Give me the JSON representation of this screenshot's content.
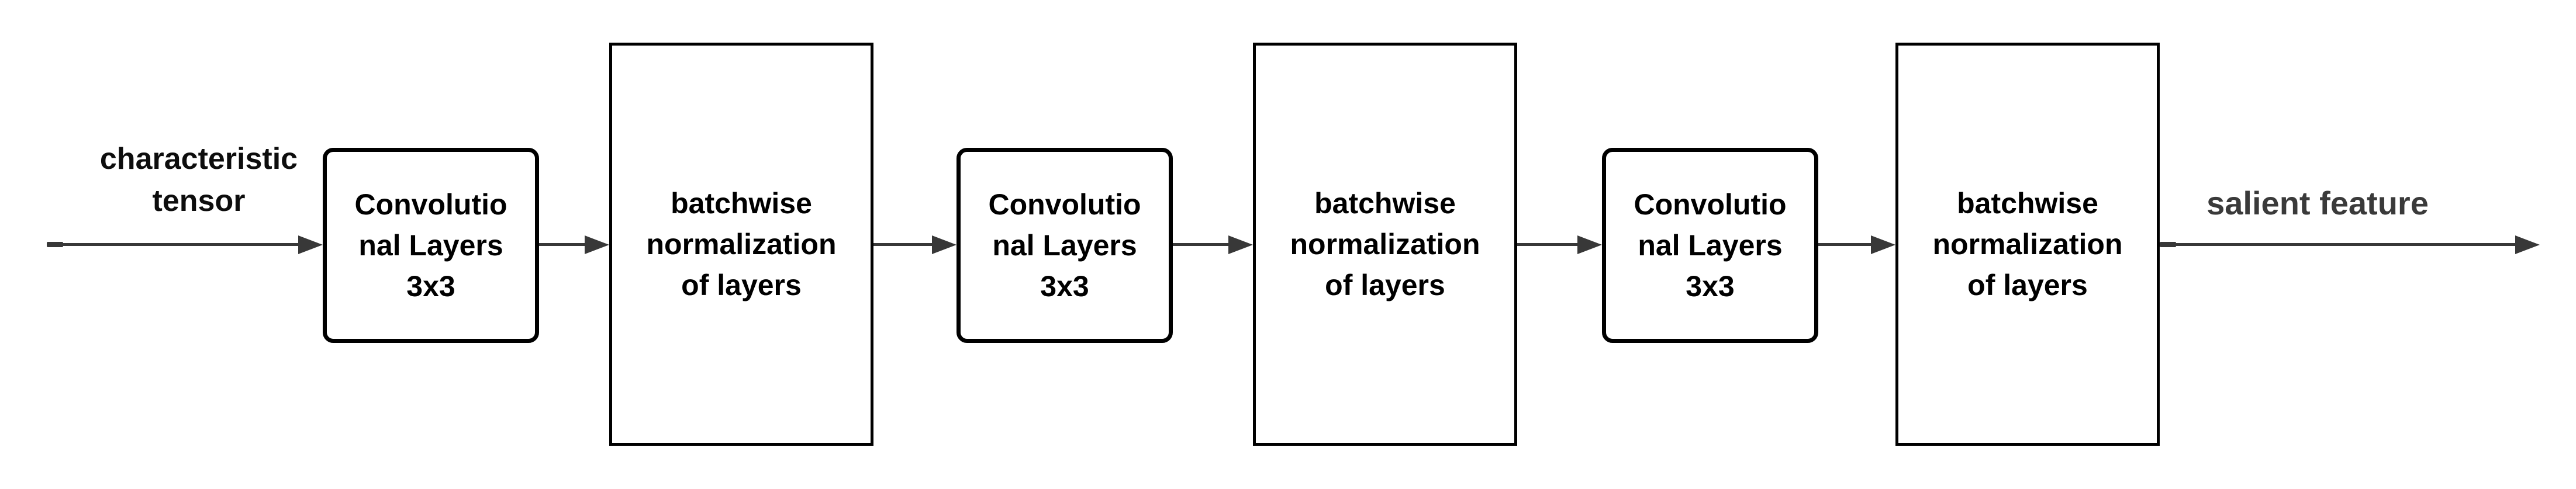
{
  "diagram": {
    "input_label": "characteristic\ntensor",
    "output_label": "salient feature",
    "nodes": [
      {
        "id": "conv-1",
        "type": "convolution",
        "label": "Convolutio\nnal Layers\n3x3"
      },
      {
        "id": "batchnorm-1",
        "type": "batch-normalization",
        "label": "batchwise\nnormalization\nof layers"
      },
      {
        "id": "conv-2",
        "type": "convolution",
        "label": "Convolutio\nnal Layers\n3x3"
      },
      {
        "id": "batchnorm-2",
        "type": "batch-normalization",
        "label": "batchwise\nnormalization\nof layers"
      },
      {
        "id": "conv-3",
        "type": "convolution",
        "label": "Convolutio\nnal Layers\n3x3"
      },
      {
        "id": "batchnorm-3",
        "type": "batch-normalization",
        "label": "batchwise\nnormalization\nof layers"
      }
    ],
    "flow": [
      "characteristic tensor",
      "conv-1",
      "batchnorm-1",
      "conv-2",
      "batchnorm-2",
      "conv-3",
      "batchnorm-3",
      "salient feature"
    ],
    "colors": {
      "background": "#ffffff",
      "box_border": "#000000",
      "box_fill": "#ffffff",
      "box_text": "#000000",
      "input_label_text": "#0d0d0d",
      "output_label_text": "#3a3a3a",
      "arrow": "#383838"
    }
  }
}
